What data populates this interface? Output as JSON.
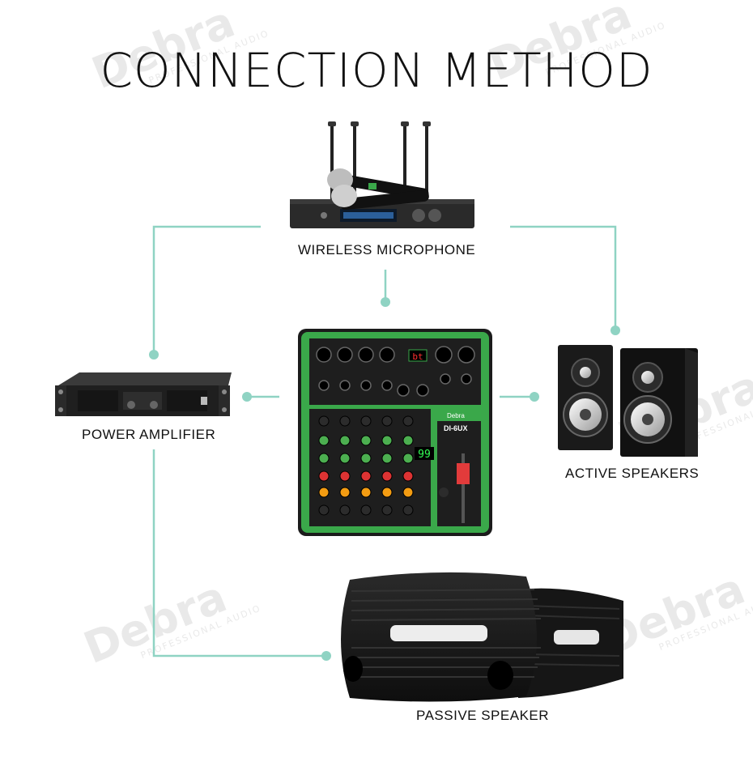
{
  "title": "CONNECTION METHOD",
  "nodes": {
    "wireless_microphone": "WIRELESS MICROPHONE",
    "power_amplifier": "POWER AMPLIFIER",
    "active_speakers": "ACTIVE SPEAKERS",
    "passive_speaker": "PASSIVE SPEAKER"
  },
  "mixer": {
    "brand": "Debra",
    "model": "DI-6UX",
    "display_top": "bt",
    "display_mid": "99"
  },
  "watermark": {
    "brand": "Debra",
    "tagline": "PROFESSIONAL AUDIO"
  },
  "colors": {
    "connector": "#8fd3c3",
    "mixer_green": "#3aa84a",
    "device_dark": "#1c1c1c"
  }
}
